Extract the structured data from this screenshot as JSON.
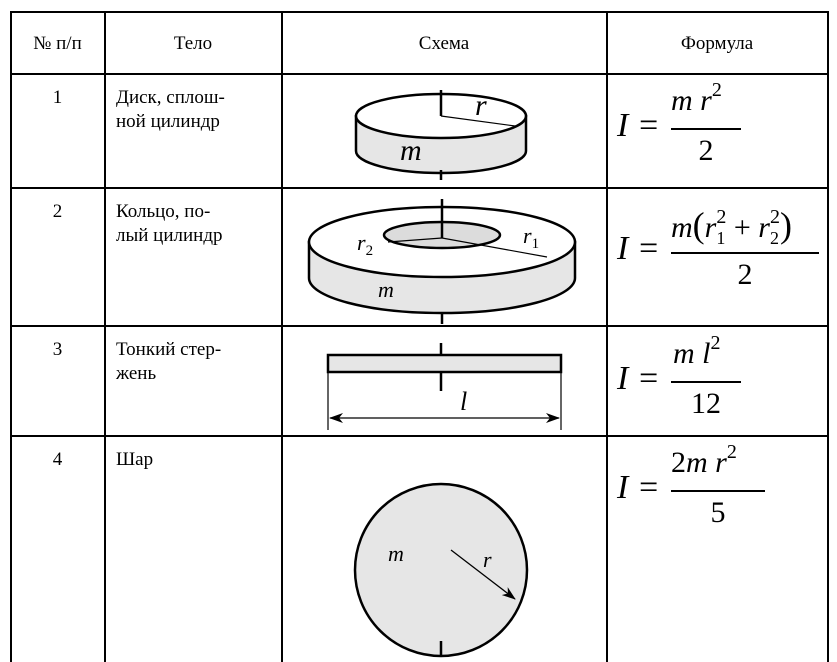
{
  "table": {
    "headers": {
      "num": "№ п/п",
      "body": "Тело",
      "scheme": "Схема",
      "formula": "Формула"
    },
    "rows": [
      {
        "num": "1",
        "body": "Диск, сплош-\nной цилиндр",
        "scheme": {
          "radius": "r",
          "mass": "m"
        },
        "formula": {
          "lhs": "I =",
          "num_var": "m r",
          "num_exp": "2",
          "den": "2"
        }
      },
      {
        "num": "2",
        "body": "Кольцо, по-\nлый цилиндр",
        "scheme": {
          "r2": "r",
          "r2_sub": "2",
          "r1": "r",
          "r1_sub": "1",
          "mass": "m"
        },
        "formula": {
          "lhs": "I =",
          "den": "2",
          "m": "m",
          "r1": "r",
          "r1_sub": "1",
          "r1_exp": "2",
          "plus": "+",
          "r2": "r",
          "r2_sub": "2",
          "r2_exp": "2"
        }
      },
      {
        "num": "3",
        "body": "Тонкий стер-\nжень",
        "scheme": {
          "length": "l"
        },
        "formula": {
          "lhs": "I =",
          "num_var": "m l",
          "num_exp": "2",
          "den": "12"
        }
      },
      {
        "num": "4",
        "body": "Шар",
        "scheme": {
          "mass": "m",
          "radius": "r"
        },
        "formula": {
          "lhs": "I =",
          "num_coef": "2",
          "num_var": "m r",
          "num_exp": "2",
          "den": "5"
        }
      }
    ]
  }
}
